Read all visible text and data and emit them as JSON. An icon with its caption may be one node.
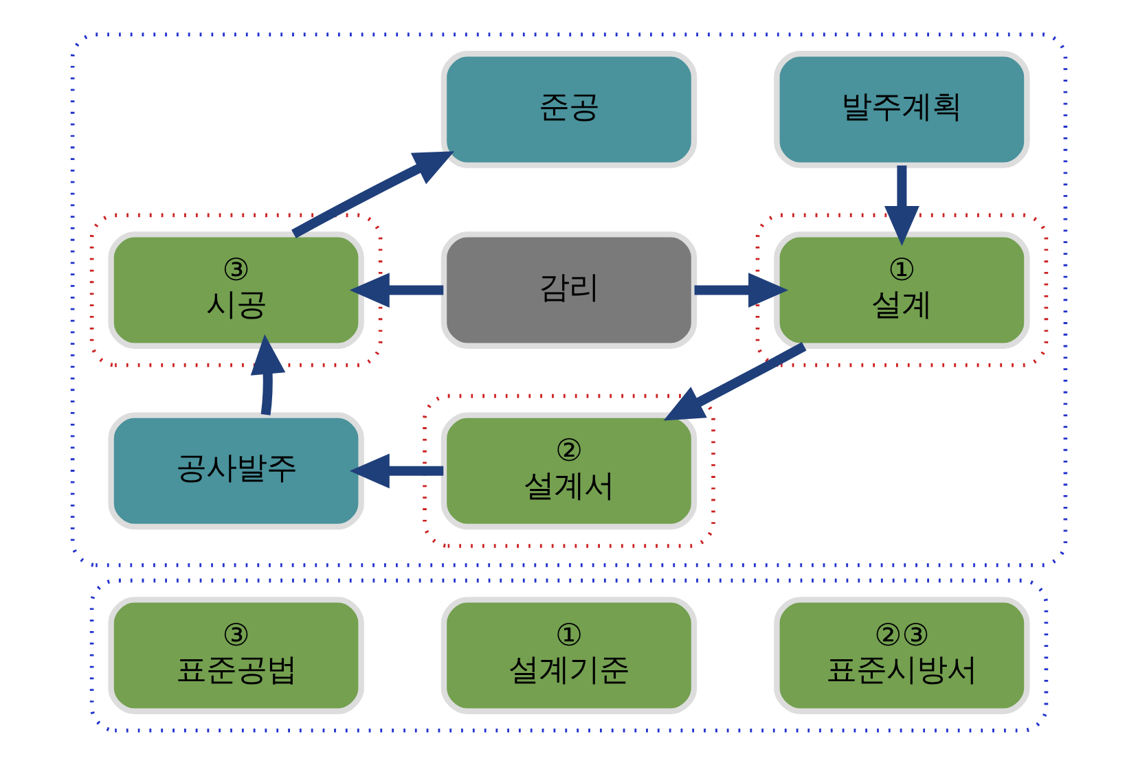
{
  "diagram": {
    "nodes": [
      {
        "text": [],
        "shape": "box"
      },
      {
        "text": [
          "발주계획"
        ],
        "in": 0
      },
      {
        "text": [
          "준공"
        ],
        "in": 0
      },
      {
        "text": [],
        "shape": "box",
        "in": 0
      },
      {
        "text": [
          "①",
          "설계"
        ],
        "in": 3
      },
      {
        "text": [
          "감리"
        ],
        "in": 0
      },
      {
        "text": [],
        "shape": "box",
        "in": 0
      },
      {
        "text": [
          "③",
          "시공"
        ],
        "in": 6
      },
      {
        "text": [],
        "shape": "box",
        "in": 0
      },
      {
        "text": [
          "②",
          "설계서"
        ],
        "in": 8
      },
      {
        "text": [
          "공사발주"
        ],
        "in": 0
      },
      {
        "text": [],
        "shape": "box"
      },
      {
        "text": [
          "①",
          "설계기준"
        ],
        "in": 11
      },
      {
        "text": [
          "②③",
          "표준시방서"
        ],
        "in": 11
      },
      {
        "text": [
          "③",
          "표준공법"
        ],
        "in": 11
      }
    ],
    "edges": [
      {
        "from": 1,
        "to": 4,
        "arrow": "to"
      },
      {
        "from": 5,
        "to": 4,
        "arrow": "to"
      },
      {
        "from": 5,
        "to": 7,
        "arrow": "to"
      },
      {
        "from": 4,
        "to": 9,
        "arrow": "to"
      },
      {
        "from": 9,
        "to": 10,
        "arrow": "to"
      },
      {
        "from": 10,
        "to": 7,
        "arrow": "to"
      },
      {
        "from": 7,
        "to": 2,
        "arrow": "to"
      }
    ]
  }
}
